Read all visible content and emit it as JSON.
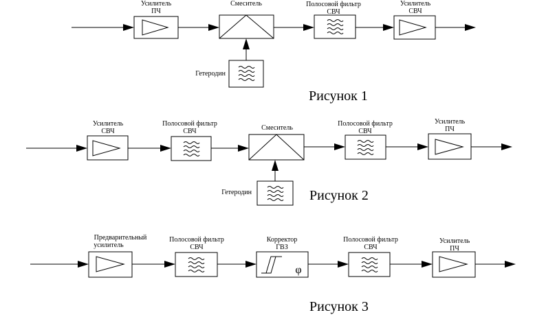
{
  "figures": [
    {
      "caption": "Рисунок 1",
      "blocks": [
        {
          "line1": "Усилитель",
          "line2": "ПЧ"
        },
        {
          "line1": "Смеситель",
          "line2": ""
        },
        {
          "line1": "Полосовой фильтр",
          "line2": "СВЧ"
        },
        {
          "line1": "Усилитель",
          "line2": "СВЧ"
        }
      ],
      "oscillator": "Гетеродин"
    },
    {
      "caption": "Рисунок 2",
      "blocks": [
        {
          "line1": "Усилитель",
          "line2": "СВЧ"
        },
        {
          "line1": "Полосовой фильтр",
          "line2": "СВЧ"
        },
        {
          "line1": "Смеситель",
          "line2": ""
        },
        {
          "line1": "Полосовой фильтр",
          "line2": "СВЧ"
        },
        {
          "line1": "Усилитель",
          "line2": "ПЧ"
        }
      ],
      "oscillator": "Гетеродин"
    },
    {
      "caption": "Рисунок 3",
      "blocks": [
        {
          "line1": "Предварительный",
          "line2": "усилитель"
        },
        {
          "line1": "Полосовой фильтр",
          "line2": "СВЧ"
        },
        {
          "line1": "Корректор",
          "line2": "ГВЗ"
        },
        {
          "line1": "Полосовой фильтр",
          "line2": "СВЧ"
        },
        {
          "line1": "Усилитель",
          "line2": "ПЧ"
        }
      ],
      "corrector_symbol": "φ"
    }
  ]
}
